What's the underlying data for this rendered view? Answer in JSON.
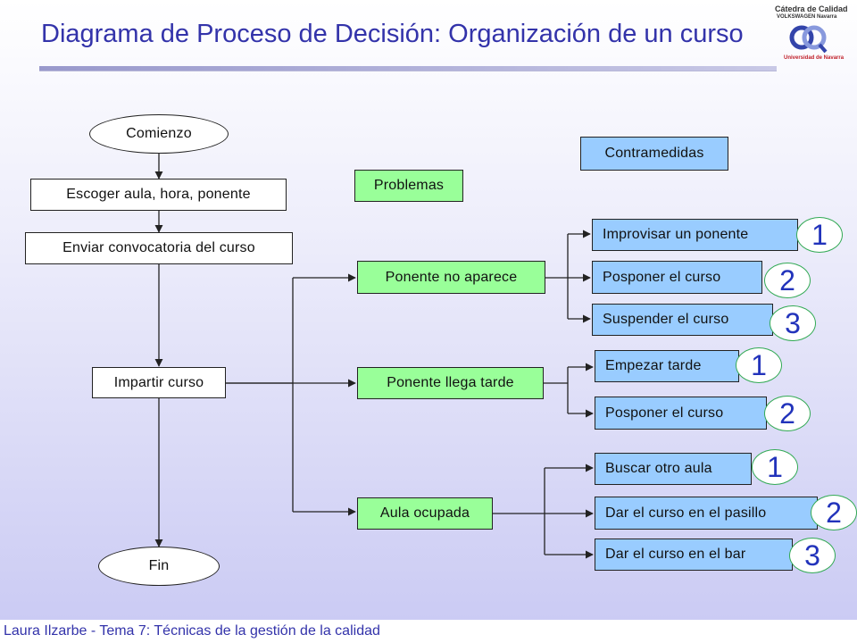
{
  "slide": {
    "title": "Diagrama de Proceso de Decisión: Organización de un curso",
    "footer": "Laura Ilzarbe - Tema 7: Técnicas de la gestión de la calidad"
  },
  "logo": {
    "line1": "Cátedra de Calidad",
    "line2": "VOLKSWAGEN Navarra",
    "line3": "Universidad de Navarra"
  },
  "headers": {
    "problems": "Problemas",
    "countermeasures": "Contramedidas"
  },
  "flow": {
    "start": "Comienzo",
    "step1": "Escoger aula, hora, ponente",
    "step2": "Enviar convocatoria del curso",
    "step3": "Impartir curso",
    "end": "Fin"
  },
  "problems": [
    {
      "label": "Ponente no aparece",
      "measures": [
        {
          "label": "Improvisar un ponente",
          "rank": "1"
        },
        {
          "label": "Posponer el curso",
          "rank": "2"
        },
        {
          "label": "Suspender el curso",
          "rank": "3"
        }
      ]
    },
    {
      "label": "Ponente llega tarde",
      "measures": [
        {
          "label": "Empezar tarde",
          "rank": "1"
        },
        {
          "label": "Posponer el curso",
          "rank": "2"
        }
      ]
    },
    {
      "label": "Aula ocupada",
      "measures": [
        {
          "label": "Buscar otro aula",
          "rank": "1"
        },
        {
          "label": "Dar el curso en el pasillo",
          "rank": "2"
        },
        {
          "label": "Dar el curso en el bar",
          "rank": "3"
        }
      ]
    }
  ],
  "colors": {
    "title": "#3333aa",
    "flow_box": "#ffffff",
    "problem_box": "#99ff99",
    "measure_box": "#99ccff",
    "rank_circle_border": "#33aa55",
    "rank_number": "#2233bb"
  }
}
